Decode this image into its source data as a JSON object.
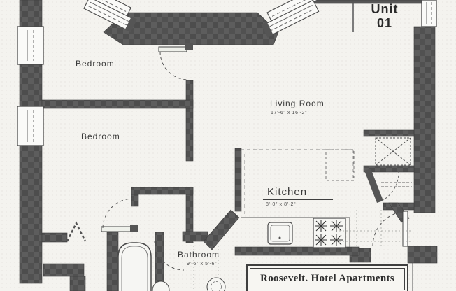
{
  "unit_badge": {
    "label_line1": "Unit",
    "label_line2": "01"
  },
  "rooms": {
    "bedroom_1": {
      "label": "Bedroom"
    },
    "bedroom_2": {
      "label": "Bedroom"
    },
    "living_room": {
      "label": "Living Room",
      "dimensions": "17'-6\" x 16'-2\""
    },
    "kitchen": {
      "label": "Kitchen",
      "dimensions": "8'-0\" x 8'-2\""
    },
    "bathroom": {
      "label": "Bathroom",
      "dimensions": "9'-6\" x 5'-6\""
    }
  },
  "title_block": {
    "label": "Roosevelt. Hotel Apartments"
  },
  "colors": {
    "background": "#f4f3ef",
    "wall": "#5d5d5d",
    "wall_checker": "#4d4d4d",
    "line": "#3f3f3f",
    "text": "#3a3a3a"
  },
  "fixtures": {
    "bathtub": "bathtub",
    "toilet": "toilet",
    "pedestal_sink": "pedestal sink",
    "kitchen_sink": "kitchen sink",
    "stove": "4-burner stove",
    "shaft_box": "dashed X shaft box",
    "bifold_door": "bi-fold closet door",
    "windows": "double-line windows",
    "door_swings": "dashed door swing arcs"
  }
}
